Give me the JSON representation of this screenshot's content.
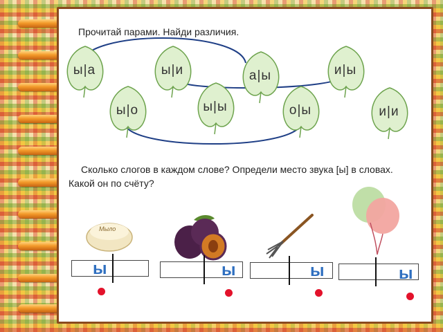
{
  "task1": {
    "instruction": "Прочитай парами. Найди различия.",
    "leaves": [
      {
        "text": "ы|а"
      },
      {
        "text": "ы|и"
      },
      {
        "text": "а|ы"
      },
      {
        "text": "и|ы"
      },
      {
        "text": "ы|о"
      },
      {
        "text": "ы|ы"
      },
      {
        "text": "о|ы"
      },
      {
        "text": "и|и"
      }
    ]
  },
  "task2": {
    "line1": "Сколько слогов в каждом слове? Определи место звука [ы] в словах.",
    "line2": "Какой он по счёту?",
    "words": [
      {
        "picture": "soap-bar",
        "soap_label": "Мыло",
        "letter": "ы"
      },
      {
        "picture": "plums",
        "letter": "ы"
      },
      {
        "picture": "pitchfork",
        "letter": "ы"
      },
      {
        "picture": "balloons",
        "letter": "ы"
      }
    ]
  },
  "colors": {
    "leaf": "#dff0cf",
    "leaf_stroke": "#6da34d",
    "arc": "#1f3f86",
    "letter": "#2f6fc0",
    "dot": "#e3122b"
  }
}
